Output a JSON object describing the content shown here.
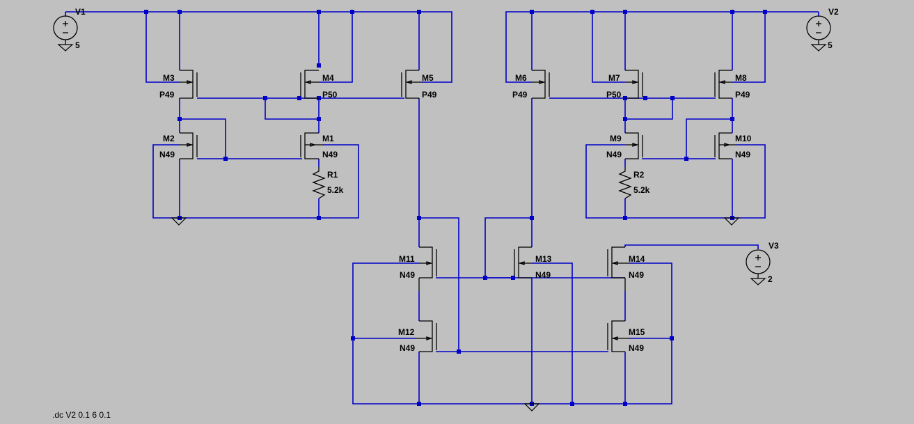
{
  "sources": [
    {
      "name": "V1",
      "value": "5"
    },
    {
      "name": "V2",
      "value": "5"
    },
    {
      "name": "V3",
      "value": "2"
    }
  ],
  "mosfets": [
    {
      "name": "M1",
      "model": "N49"
    },
    {
      "name": "M2",
      "model": "N49"
    },
    {
      "name": "M3",
      "model": "P49"
    },
    {
      "name": "M4",
      "model": "P50"
    },
    {
      "name": "M5",
      "model": "P49"
    },
    {
      "name": "M6",
      "model": "P49"
    },
    {
      "name": "M7",
      "model": "P50"
    },
    {
      "name": "M8",
      "model": "P49"
    },
    {
      "name": "M9",
      "model": "N49"
    },
    {
      "name": "M10",
      "model": "N49"
    },
    {
      "name": "M11",
      "model": "N49"
    },
    {
      "name": "M12",
      "model": "N49"
    },
    {
      "name": "M13",
      "model": "N49"
    },
    {
      "name": "M14",
      "model": "N49"
    },
    {
      "name": "M15",
      "model": "N49"
    }
  ],
  "resistors": [
    {
      "name": "R1",
      "value": "5.2k"
    },
    {
      "name": "R2",
      "value": "5.2k"
    }
  ],
  "directive": ".dc V2 0.1 6 0.1",
  "colors": {
    "background": "#c0c0c0",
    "wire": "#0000c8",
    "component": "#000000"
  }
}
